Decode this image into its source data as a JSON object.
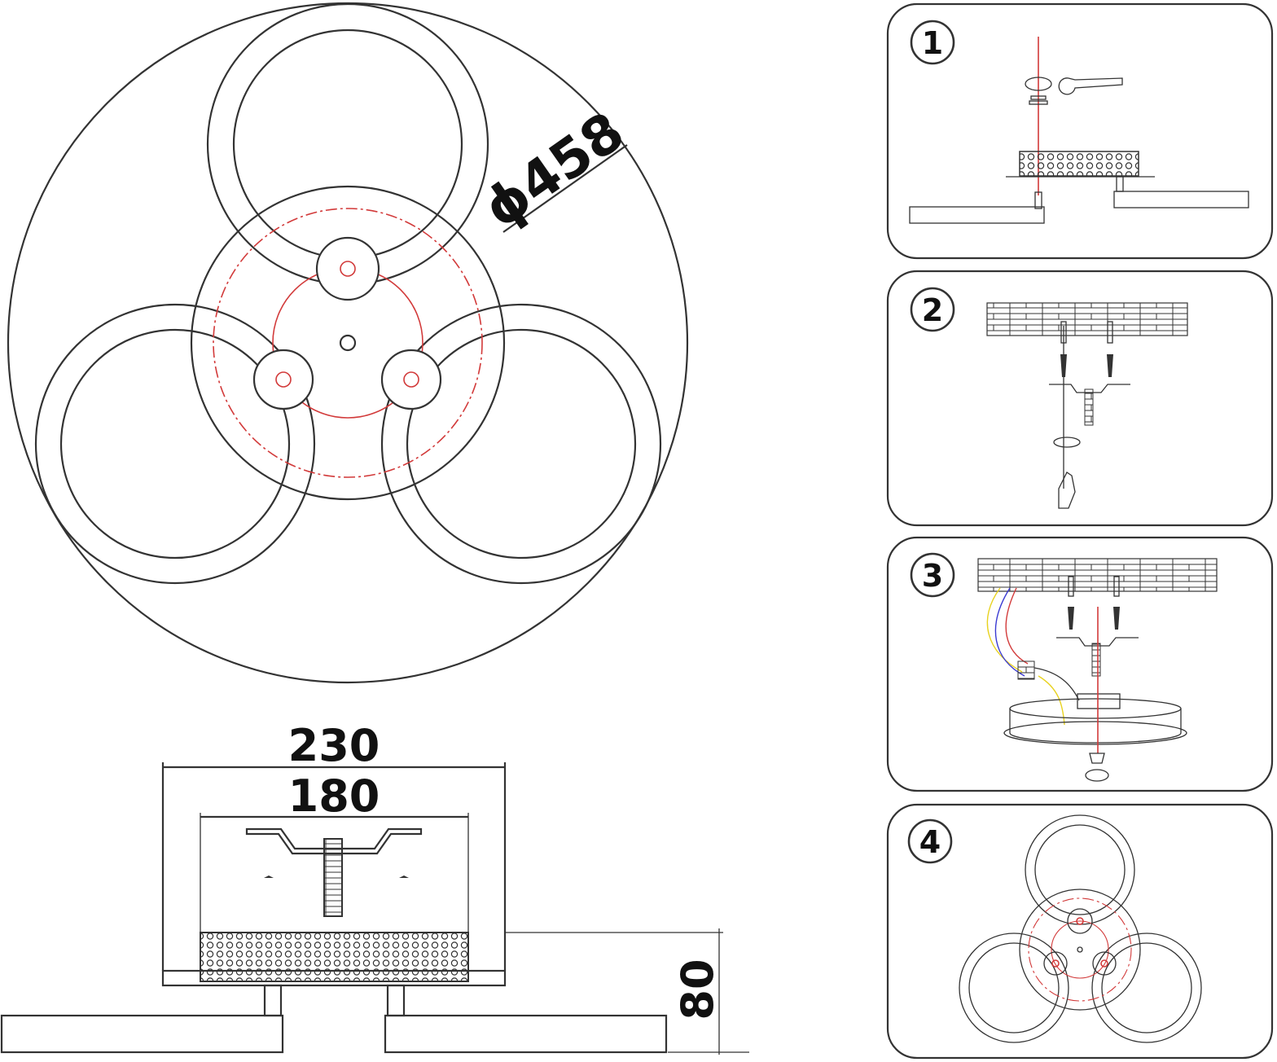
{
  "top_view": {
    "diameter_label": "ϕ458"
  },
  "side_view": {
    "width_outer_label": "230",
    "width_inner_label": "180",
    "height_label": "80"
  },
  "steps": [
    {
      "number": "1"
    },
    {
      "number": "2"
    },
    {
      "number": "3"
    },
    {
      "number": "4"
    }
  ],
  "colors": {
    "line": "#333333",
    "accent_red": "#d23a3a",
    "wire_yellow": "#e8d21e",
    "wire_blue": "#3a3ad2"
  }
}
